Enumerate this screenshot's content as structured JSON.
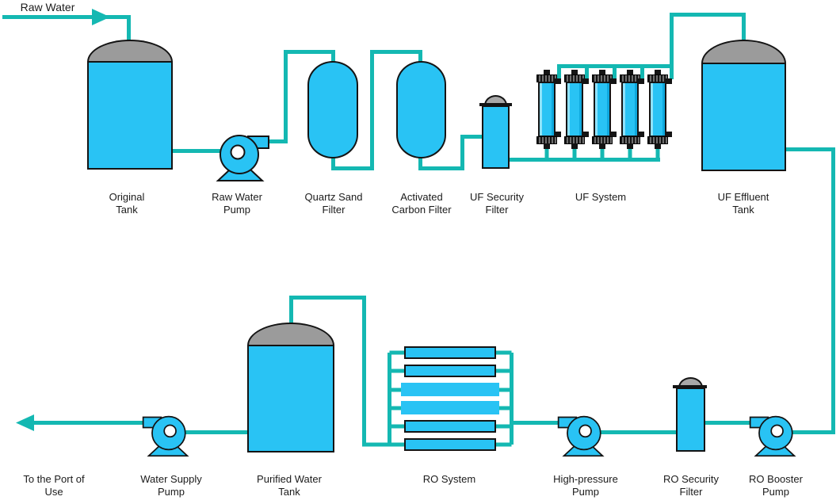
{
  "diagram": {
    "type": "water-treatment-process-flow",
    "colors": {
      "equipment_fill": "#29C3F4",
      "pipe": "#14B8B2",
      "dome_gray": "#9B9B9B",
      "outline": "#141414",
      "text": "#1B1B1B",
      "background": "#FFFFFF"
    },
    "flow": {
      "inlet_label": "Raw Water",
      "outlet_label": "To the Port of\nUse"
    },
    "equipment": [
      {
        "id": "original-tank",
        "label": "Original\nTank",
        "type": "tank"
      },
      {
        "id": "raw-water-pump",
        "label": "Raw Water\nPump",
        "type": "pump"
      },
      {
        "id": "quartz-sand-filter",
        "label": "Quartz Sand\nFilter",
        "type": "filter-vessel"
      },
      {
        "id": "activated-carbon-filter",
        "label": "Activated\nCarbon Filter",
        "type": "filter-vessel"
      },
      {
        "id": "uf-security-filter",
        "label": "UF Security\nFilter",
        "type": "cartridge-filter"
      },
      {
        "id": "uf-system",
        "label": "UF System",
        "type": "membrane-bank",
        "modules": 5
      },
      {
        "id": "uf-effluent-tank",
        "label": "UF Effluent\nTank",
        "type": "tank"
      },
      {
        "id": "ro-booster-pump",
        "label": "RO Booster\nPump",
        "type": "pump"
      },
      {
        "id": "ro-security-filter",
        "label": "RO Security\nFilter",
        "type": "cartridge-filter"
      },
      {
        "id": "high-pressure-pump",
        "label": "High-pressure\nPump",
        "type": "pump"
      },
      {
        "id": "ro-system",
        "label": "RO System",
        "type": "membrane-stack",
        "vessels": 6
      },
      {
        "id": "purified-water-tank",
        "label": "Purified Water\nTank",
        "type": "tank"
      },
      {
        "id": "water-supply-pump",
        "label": "Water Supply\nPump",
        "type": "pump"
      }
    ]
  }
}
